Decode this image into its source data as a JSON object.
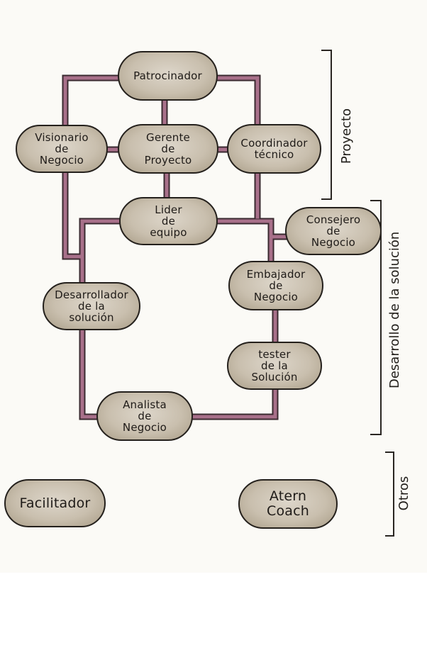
{
  "nodes": {
    "patrocinador": [
      "Patrocinador"
    ],
    "visionario": [
      "Visionario",
      "de",
      "Negocio"
    ],
    "gerente": [
      "Gerente",
      "de",
      "Proyecto"
    ],
    "coordinador": [
      "Coordinador",
      "técnico"
    ],
    "lider": [
      "Lider",
      "de",
      "equipo"
    ],
    "consejero": [
      "Consejero",
      "de",
      "Negocio"
    ],
    "embajador": [
      "Embajador",
      "de",
      "Negocio"
    ],
    "desarrollador": [
      "Desarrollador",
      "de la",
      "solución"
    ],
    "tester": [
      "tester",
      "de la",
      "Solución"
    ],
    "analista": [
      "Analista",
      "de",
      "Negocio"
    ],
    "facilitador": [
      "Facilitador"
    ],
    "atern": [
      "Atern",
      "Coach"
    ]
  },
  "groups": {
    "proyecto": "Proyecto",
    "desarrollo": "Desarrollo de la solución",
    "otros": "Otros"
  },
  "colors": {
    "connector": "#a8708a",
    "connector_edge": "#3a2a30",
    "node_fill": "#cbc2b2",
    "node_border": "#24201c"
  }
}
